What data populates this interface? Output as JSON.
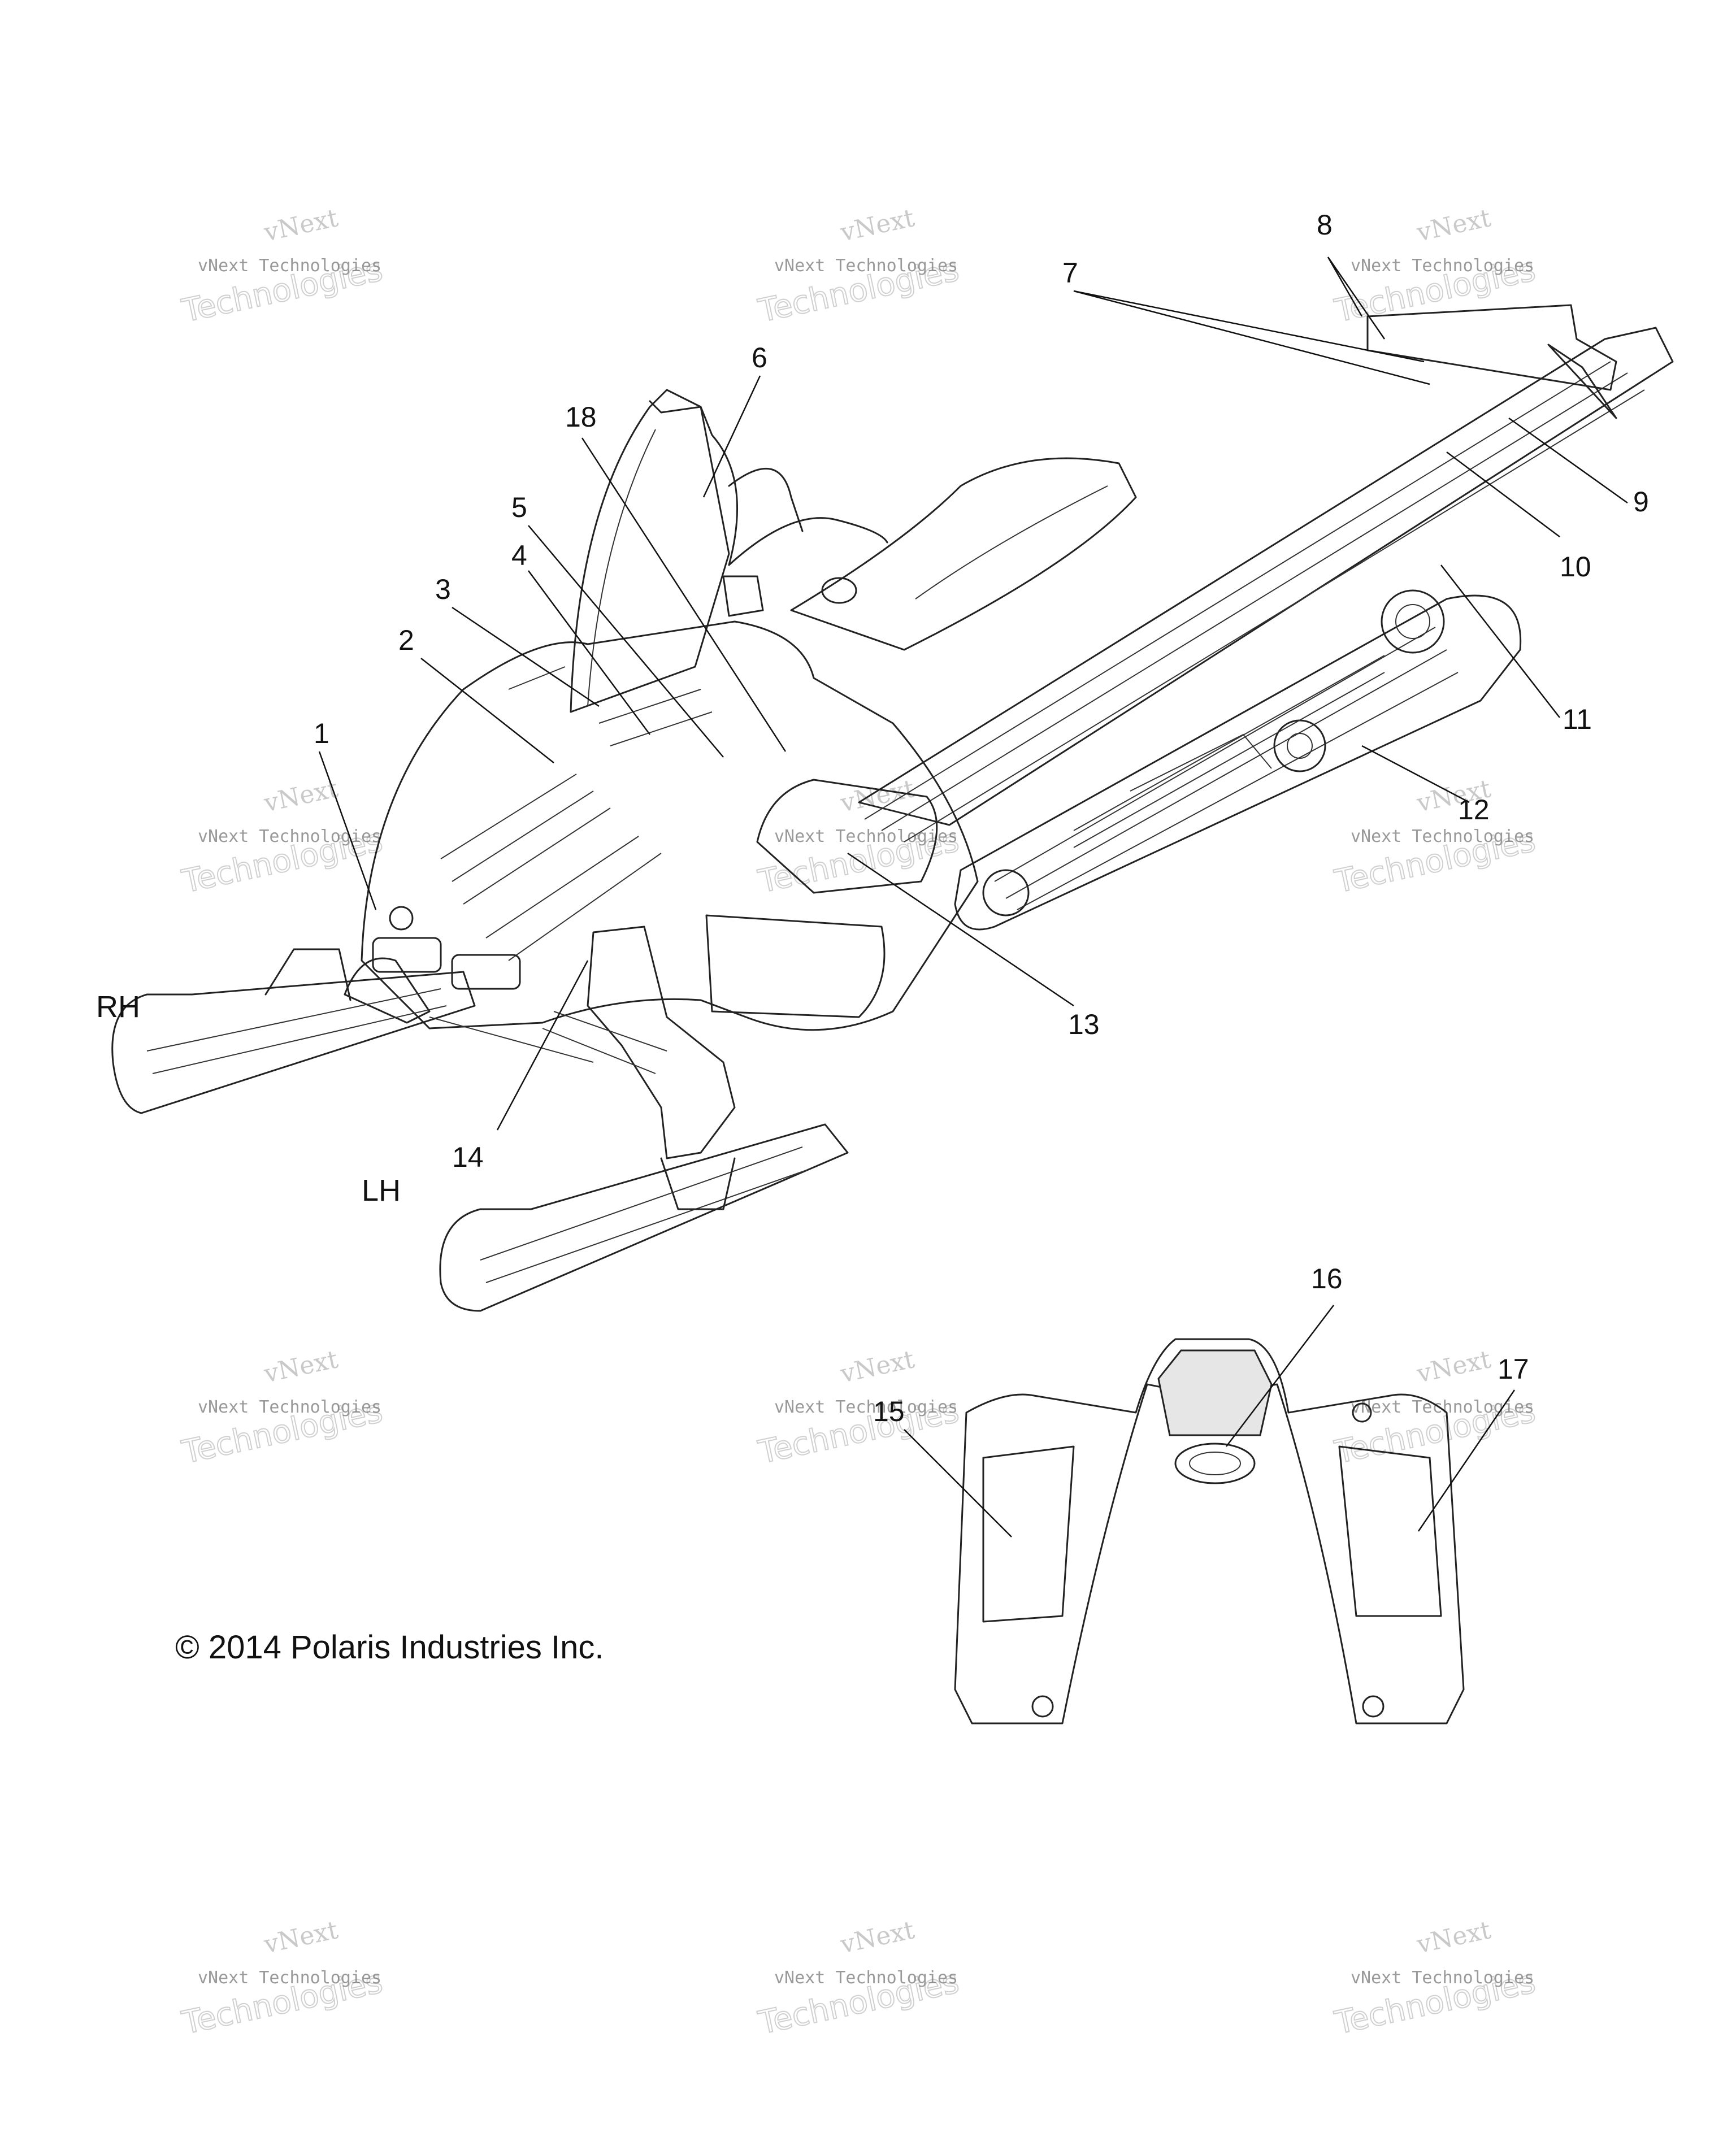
{
  "diagram": {
    "callouts": [
      {
        "id": "1",
        "label": "1"
      },
      {
        "id": "2",
        "label": "2"
      },
      {
        "id": "3",
        "label": "3"
      },
      {
        "id": "4",
        "label": "4"
      },
      {
        "id": "5",
        "label": "5"
      },
      {
        "id": "6",
        "label": "6"
      },
      {
        "id": "7",
        "label": "7"
      },
      {
        "id": "8",
        "label": "8"
      },
      {
        "id": "9",
        "label": "9"
      },
      {
        "id": "10",
        "label": "10"
      },
      {
        "id": "11",
        "label": "11"
      },
      {
        "id": "12",
        "label": "12"
      },
      {
        "id": "13",
        "label": "13"
      },
      {
        "id": "14",
        "label": "14"
      },
      {
        "id": "15",
        "label": "15"
      },
      {
        "id": "16",
        "label": "16"
      },
      {
        "id": "17",
        "label": "17"
      },
      {
        "id": "18",
        "label": "18"
      }
    ],
    "side_labels": {
      "right": "RH",
      "left": "LH"
    },
    "copyright": "© 2014 Polaris Industries Inc.",
    "watermark": {
      "line1": "vNext",
      "line2": "vNext Technologies",
      "line3": "Technologies"
    }
  }
}
